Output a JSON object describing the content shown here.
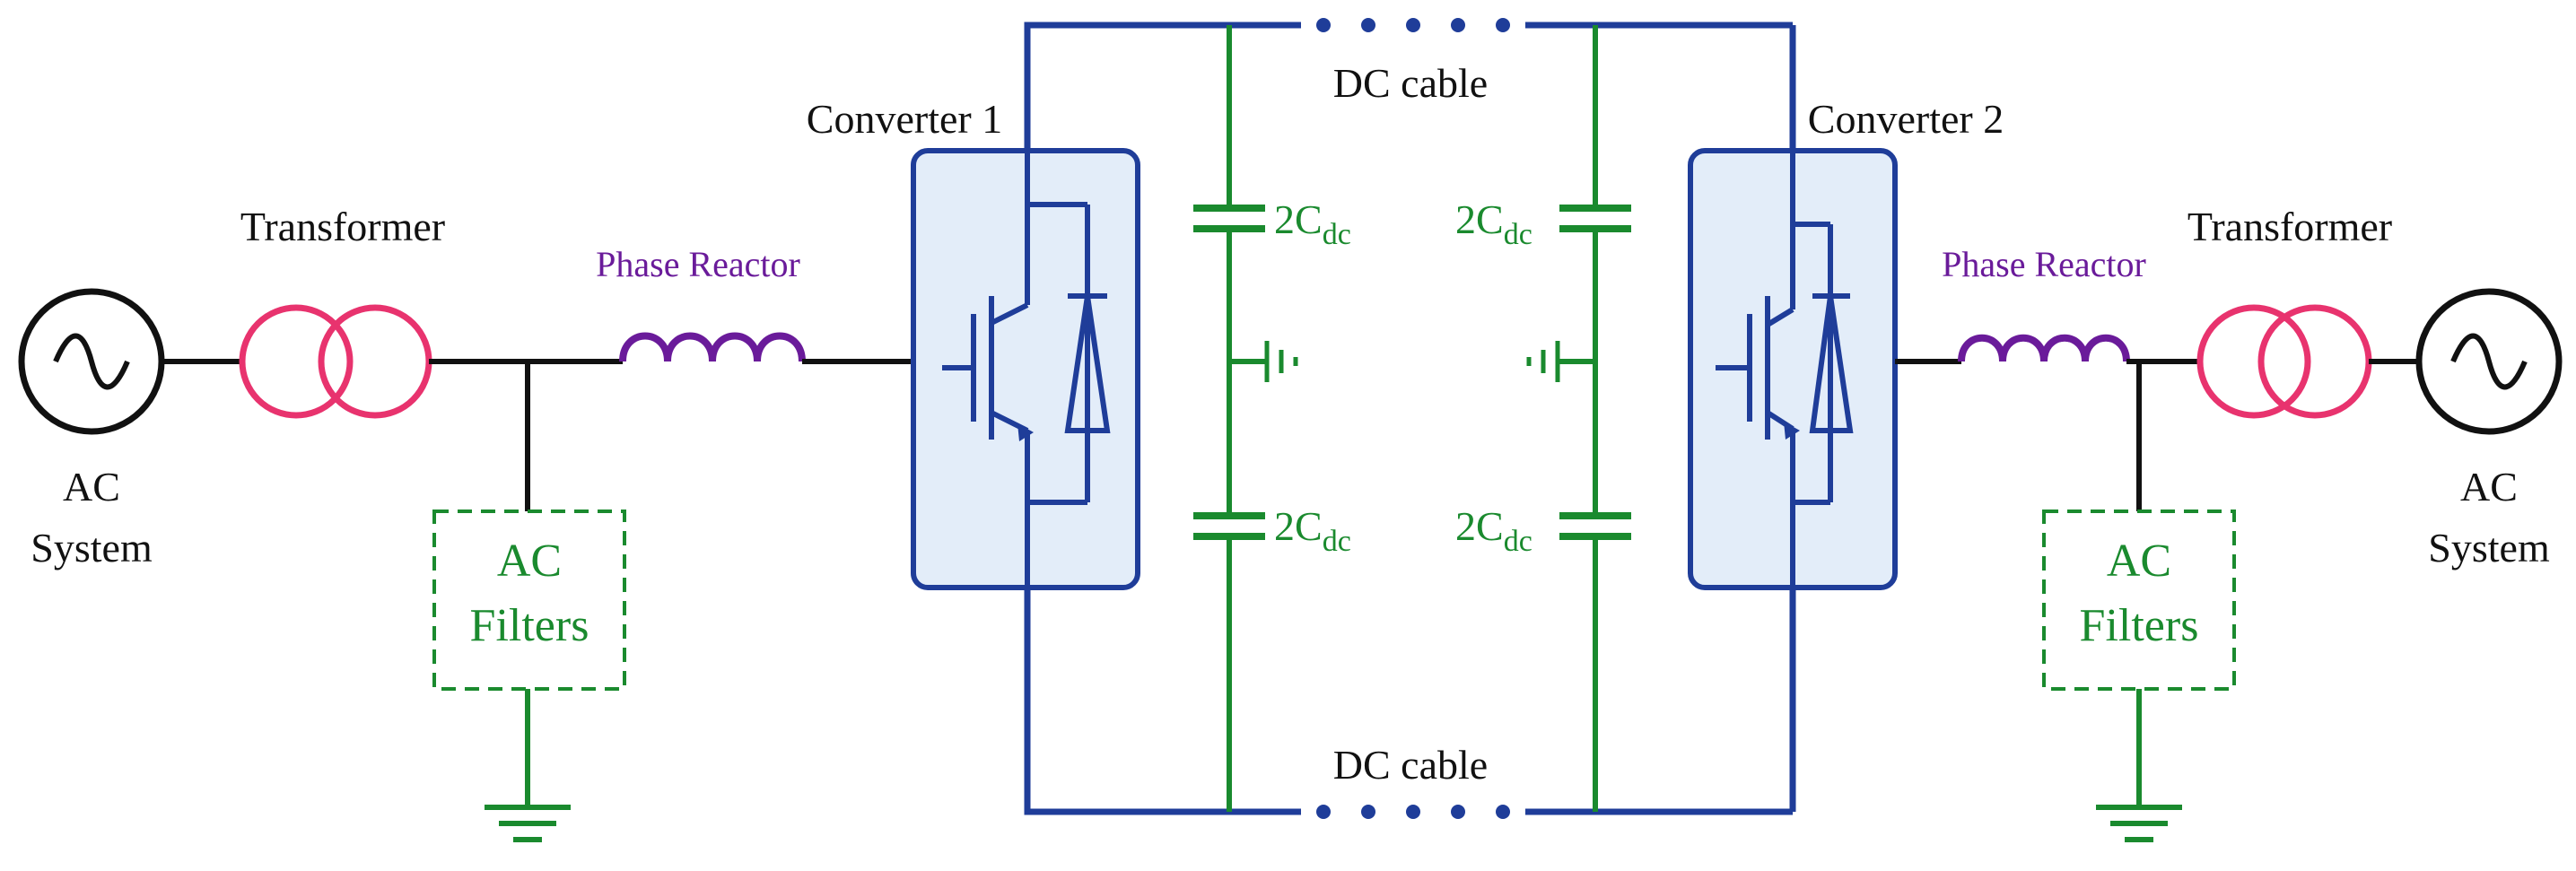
{
  "labels": {
    "ac_system_left_line1": "AC",
    "ac_system_left_line2": "System",
    "ac_system_right_line1": "AC",
    "ac_system_right_line2": "System",
    "transformer_left": "Transformer",
    "transformer_right": "Transformer",
    "phase_reactor_left": "Phase Reactor",
    "phase_reactor_right": "Phase Reactor",
    "ac_filters_left_line1": "AC",
    "ac_filters_left_line2": "Filters",
    "ac_filters_right_line1": "AC",
    "ac_filters_right_line2": "Filters",
    "converter_1": "Converter 1",
    "converter_2": "Converter 2",
    "dc_cable_top": "DC cable",
    "dc_cable_bottom": "DC cable",
    "capacitor_main": "2C",
    "capacitor_sub": "dc"
  },
  "colors": {
    "wire": "#111111",
    "dc_link": "#1f3d99",
    "converter_fill": "#e3edf9",
    "transformer": "#e8336e",
    "reactor": "#6a1b9a",
    "filter_and_capacitor": "#1a8a2e"
  },
  "icons": {
    "ac_source": "sine-wave-icon",
    "transformer": "two-winding-transformer-icon",
    "reactor": "inductor-coil-icon",
    "converter": "igbt-diode-icon",
    "ground": "ground-icon",
    "capacitor": "capacitor-icon"
  }
}
